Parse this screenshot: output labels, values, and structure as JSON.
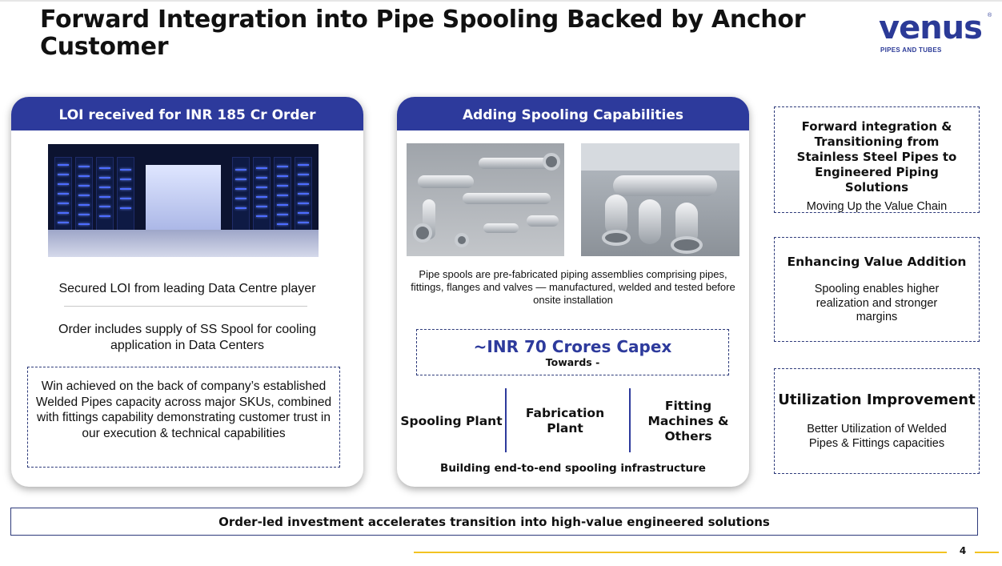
{
  "page": {
    "title": "Forward Integration into Pipe Spooling Backed by Anchor Customer",
    "page_number": "4"
  },
  "logo": {
    "wordmark": "venus",
    "tagline": "PIPES AND TUBES",
    "registered_mark": "®"
  },
  "loi_card": {
    "header": "LOI received for INR 185 Cr Order",
    "secured_text": "Secured LOI from leading Data Centre player",
    "order_text": "Order includes supply of SS Spool for cooling application in Data Centers",
    "win_text": "Win achieved on the back of company’s established Welded Pipes capacity across major SKUs, combined with fittings capability demonstrating customer trust in our execution & technical capabilities"
  },
  "spool_card": {
    "header": "Adding Spooling Capabilities",
    "description": "Pipe spools are pre-fabricated piping assemblies comprising pipes, fittings, flanges and valves — manufactured, welded and tested before onsite installation",
    "capex_value": "~INR 70 Crores Capex",
    "capex_sub": "Towards -",
    "columns": [
      "Spooling Plant",
      "Fabrication Plant",
      "Fitting Machines & Others"
    ],
    "footer": "Building end-to-end spooling infrastructure"
  },
  "right_boxes": [
    {
      "title": "Forward integration & Transitioning from Stainless Steel Pipes to Engineered Piping Solutions",
      "body": "Moving Up the Value Chain"
    },
    {
      "title": "Enhancing Value Addition",
      "body": "Spooling enables higher realization and stronger margins"
    },
    {
      "title": "Utilization Improvement",
      "body": "Better Utilization of Welded Pipes & Fittings capacities"
    }
  ],
  "banner": {
    "text": "Order-led investment accelerates transition into high-value engineered solutions"
  },
  "colors": {
    "brand_blue": "#2d3a9c",
    "accent_yellow": "#f2c322"
  }
}
